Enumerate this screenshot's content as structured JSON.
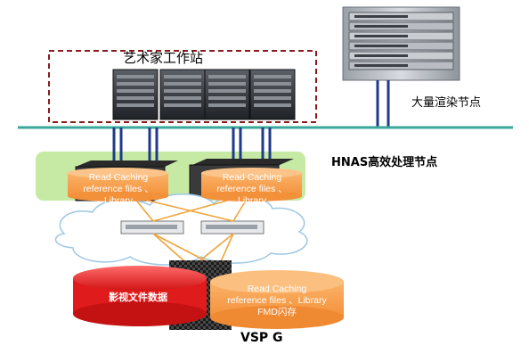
{
  "labels": {
    "artist_workstation": "艺术家工作站",
    "render_nodes": "大量渲染节点",
    "hnas_nodes": "HNAS高效处理节点",
    "vsp": "VSP G"
  },
  "cache_left": {
    "line1": "Read Caching",
    "line2": "reference files 、Library"
  },
  "cache_right": {
    "line1": "Read Caching",
    "line2": "reference files 、Library"
  },
  "storage": {
    "red_disk": "影视文件数据",
    "orange_line1": "Read Caching",
    "orange_line2": "reference files 、Library",
    "orange_line3": "FMD闪存"
  },
  "colors": {
    "network_line": "#3aa79a",
    "cache_orange": "#f7a04a",
    "hnas_green": "#c6eaa4",
    "red_disk": "#e01b1b",
    "dashed_box": "#8b1a1a",
    "link_blue": "#1f3a8a",
    "cross_orange": "#f0a43c"
  }
}
